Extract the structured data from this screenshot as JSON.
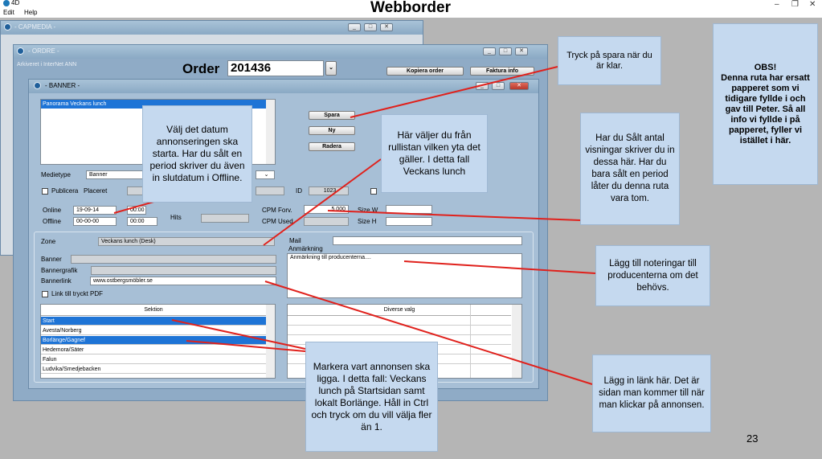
{
  "app": {
    "name": "4D",
    "menu": [
      "Edit",
      "Help"
    ]
  },
  "page": {
    "title": "Webborder",
    "number": "23"
  },
  "windows": {
    "capmedia": "- CAPMEDIA -",
    "ordre": "- ORDRE -",
    "banner": "- BANNER -"
  },
  "order": {
    "archive_text": "Arkiveret i InterNet ANN",
    "label": "Order",
    "number": "201436",
    "copy_button": "Kopiera order",
    "invoice_button": "Faktura info"
  },
  "banner_form": {
    "list_selected": "Panorama Veckans lunch",
    "buttons": {
      "save": "Spara",
      "new": "Ny",
      "delete": "Radera"
    },
    "medietype_label": "Medietype",
    "medietype_value": "Banner",
    "publicera_label": "Publicera",
    "placeret_label": "Placeret",
    "id_label": "ID",
    "id_value": "1023",
    "online_label": "Online",
    "online_date": "19-09-14",
    "online_time": "00:00",
    "offline_label": "Offline",
    "offline_date": "00-00-00",
    "offline_time": "00:00",
    "hits_label": "Hits",
    "cpm_forv_label": "CPM Forv.",
    "cpm_forv_value": "5 000",
    "cpm_used_label": "CPM Used",
    "size_w_label": "Size W",
    "size_h_label": "Size H",
    "zone_label": "Zone",
    "zone_value": "Veckans lunch (Desk)",
    "mail_label": "Mail",
    "anmarkning_label": "Anmärkning",
    "anmarkning_value": "Anmärkning till producenterna....",
    "banner_label": "Banner",
    "bannergrafik_label": "Bannergrafik",
    "bannerlink_label": "Bannerlink",
    "bannerlink_value": "www.ostbergsmöbler.se",
    "link_pdf_label": "Link till tryckt PDF",
    "sektion_header": "Sektion",
    "sektion_items": [
      "Start",
      "Avesta/Norberg",
      "Borlänge/Gagnef",
      "Hedemora/Säter",
      "Falun",
      "Ludvika/Smedjebacken"
    ],
    "diverse_header": "Diverse valg"
  },
  "callouts": {
    "spara": "Tryck på spara när du är klar.",
    "obs_title": "OBS!",
    "obs_body": "Denna ruta har ersatt papperet som vi tidigare fyllde i och gav till Peter. Så all info vi fyllde i på papperet, fyller vi istället i här.",
    "datum": "Välj det datum annonseringen ska starta. Har du sålt en period skriver du även in slutdatum i Offline.",
    "rullista": "Här väljer du från rullistan vilken yta det gäller. I detta fall Veckans lunch",
    "visningar": "Har du Sålt antal visningar skriver du in dessa här. Har du bara sålt en period låter du denna ruta vara tom.",
    "noteringar": "Lägg till noteringar till producenterna om det behövs.",
    "markera": "Markera vart annonsen ska ligga. I detta fall: Veckans lunch på Startsidan samt lokalt Borlänge. Håll in Ctrl och tryck om du vill välja fler än 1.",
    "lank": "Lägg in länk här. Det är sidan man kommer till när man klickar på annonsen."
  }
}
